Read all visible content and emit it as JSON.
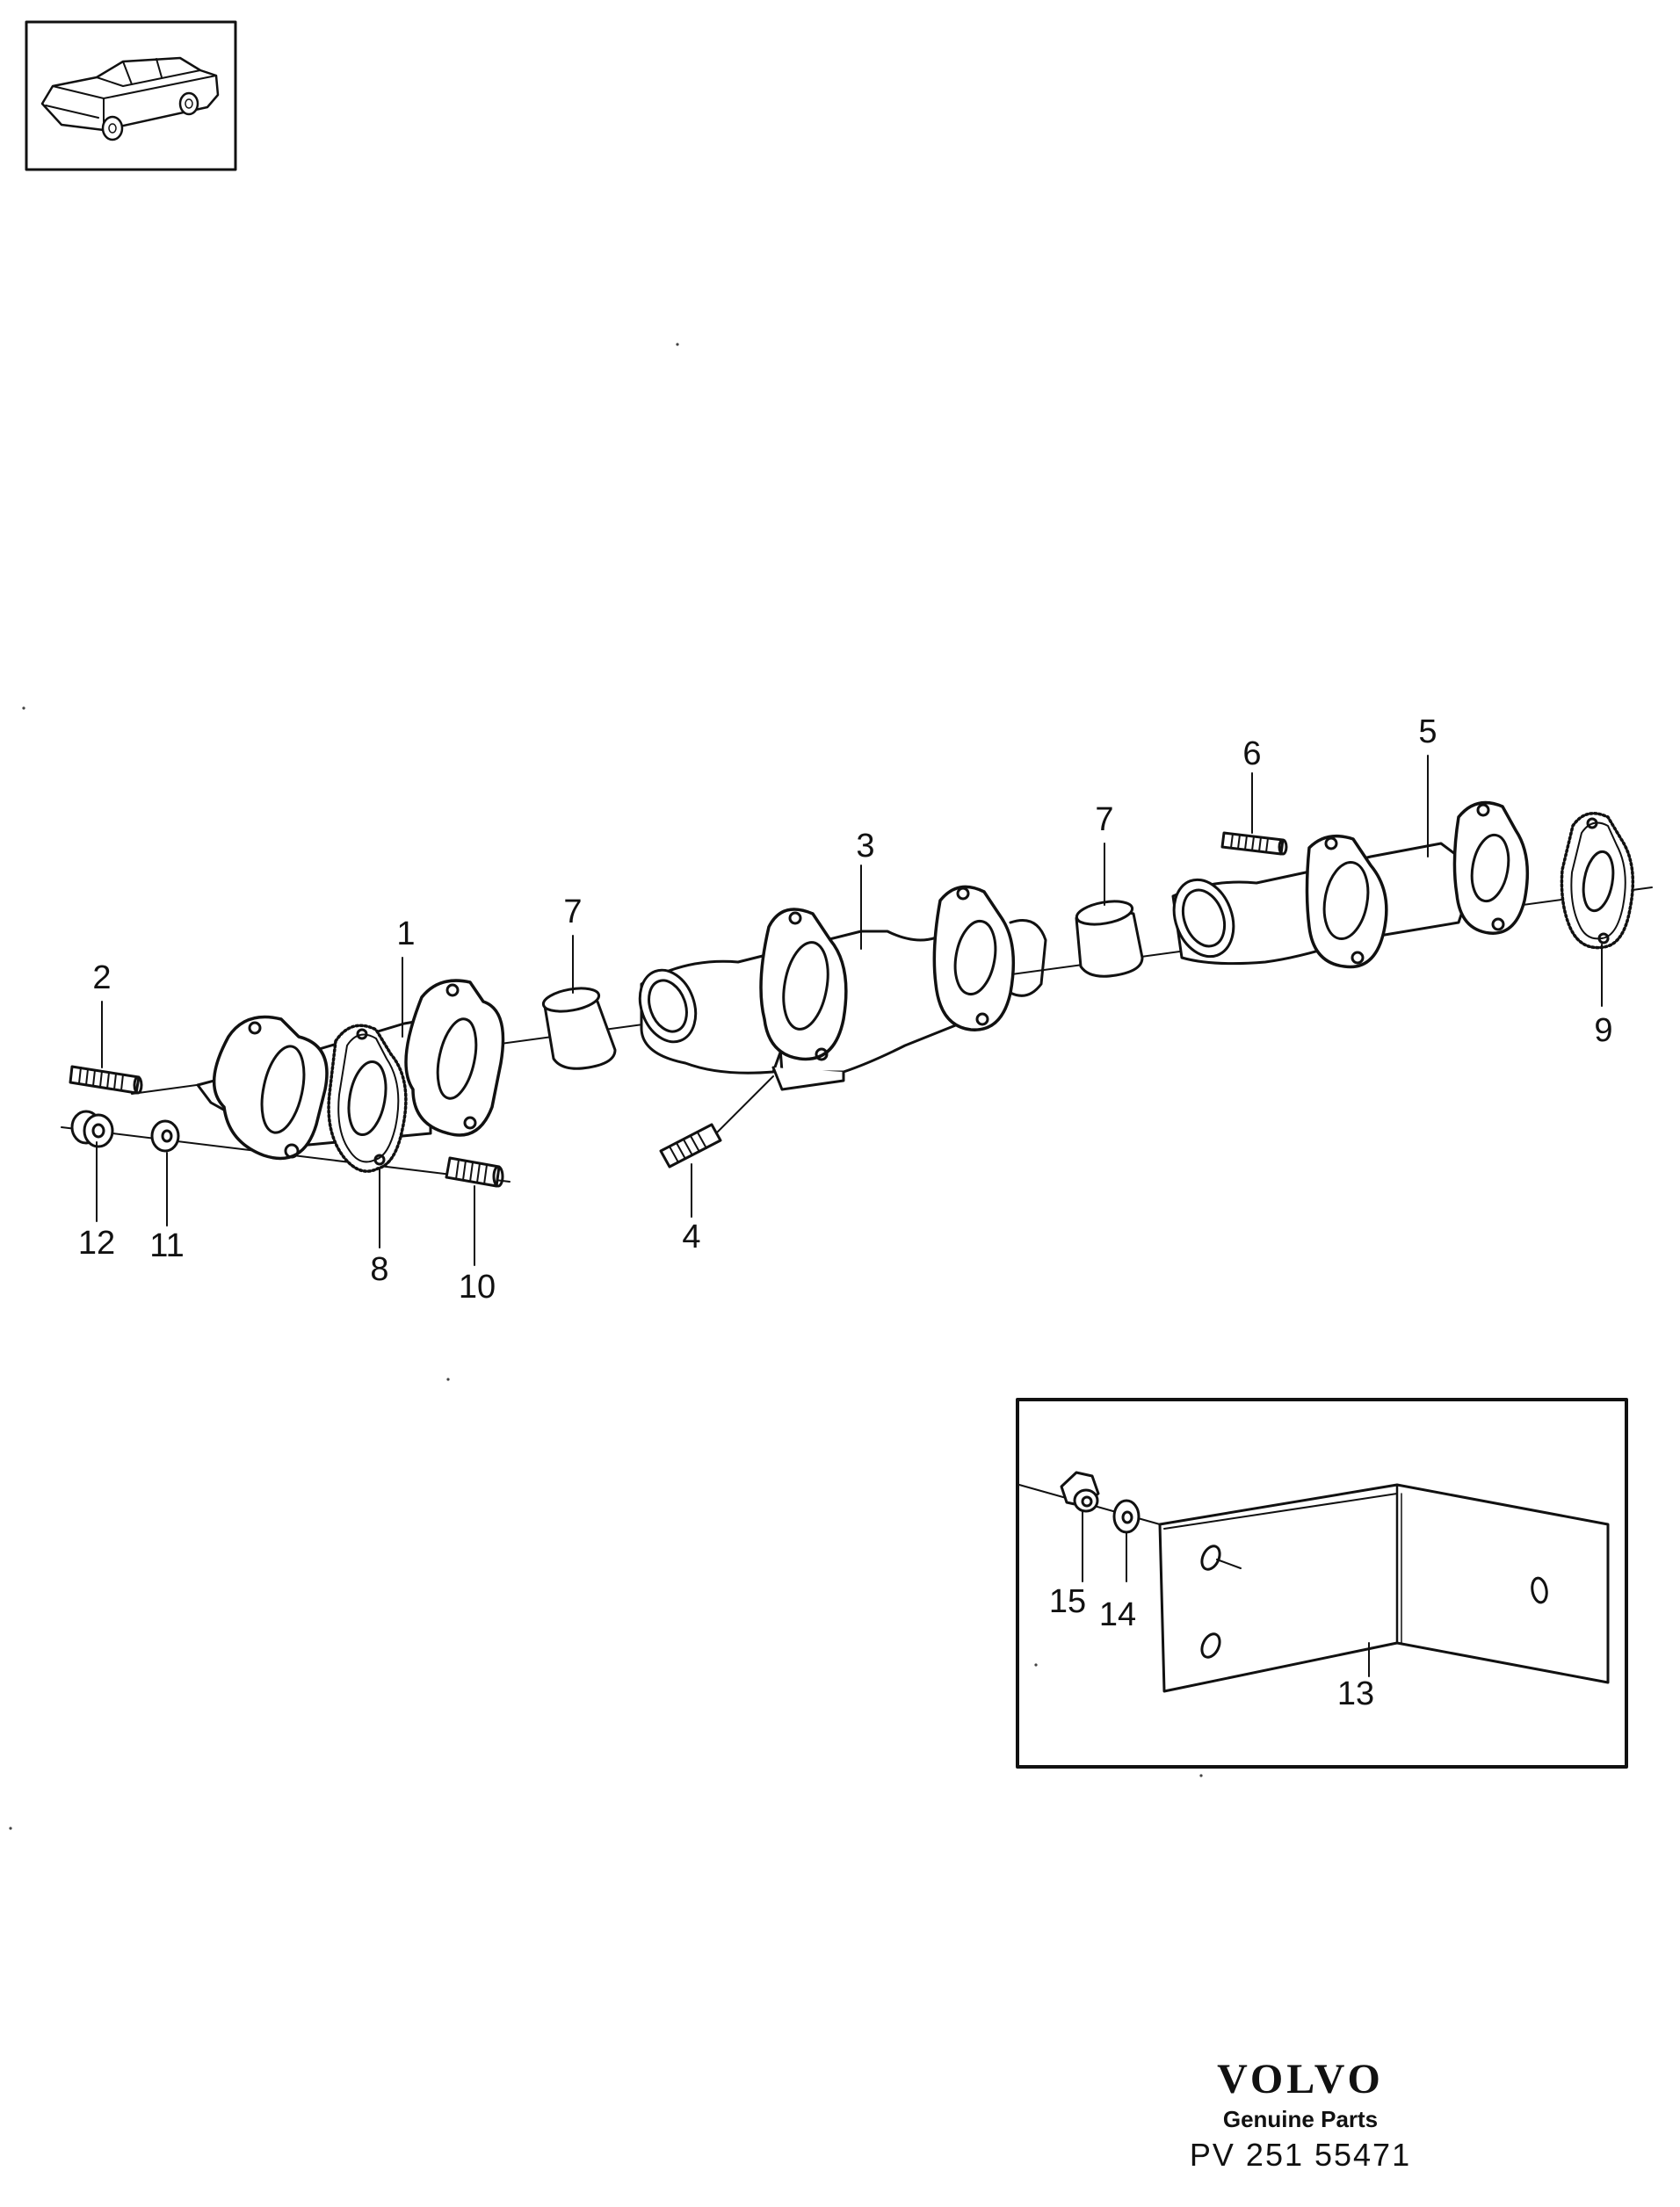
{
  "callouts": {
    "c1": "1",
    "c2": "2",
    "c3": "3",
    "c4": "4",
    "c5": "5",
    "c6": "6",
    "c7a": "7",
    "c7b": "7",
    "c8": "8",
    "c9": "9",
    "c10": "10",
    "c11": "11",
    "c12": "12",
    "c13": "13",
    "c14": "14",
    "c15": "15"
  },
  "brand": {
    "logo": "VOLVO",
    "tagline": "Genuine Parts",
    "code": "PV 251 55471"
  },
  "icons": {
    "thumbnail": "car-thumbnail-icon"
  }
}
